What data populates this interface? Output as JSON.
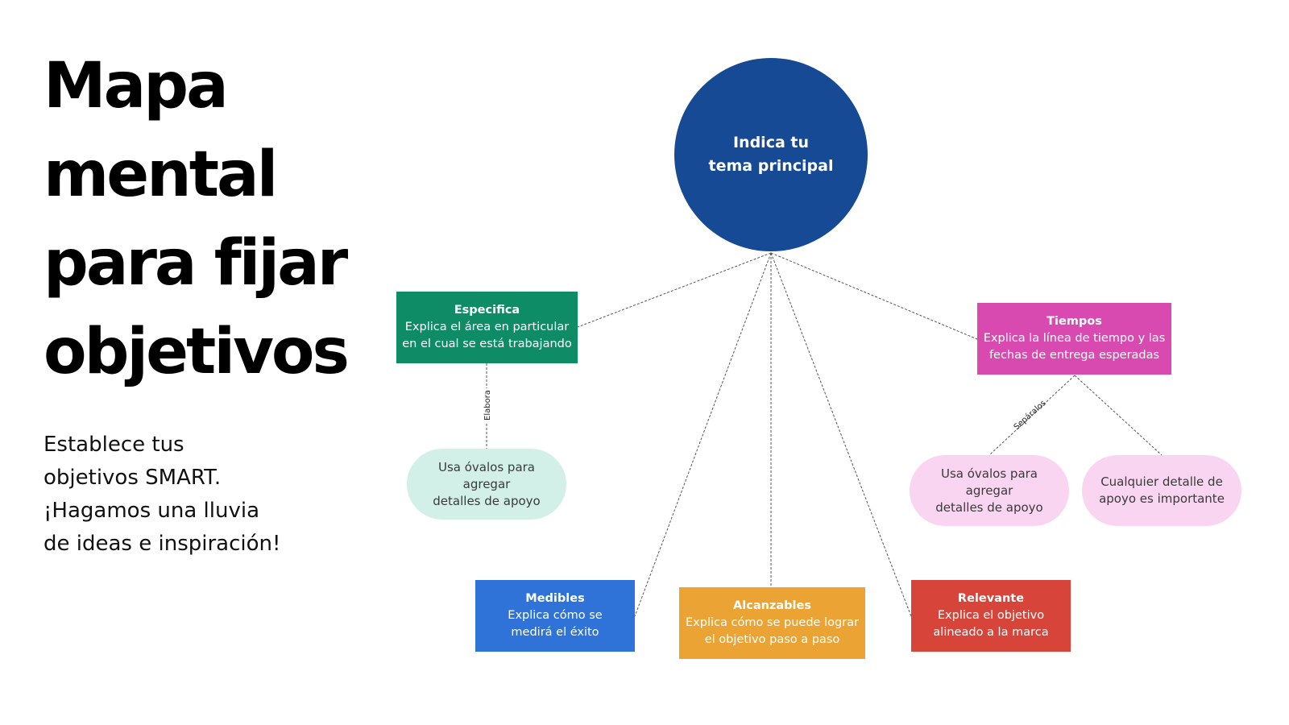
{
  "title_lines": [
    "Mapa",
    "mental",
    "para fijar",
    "objetivos"
  ],
  "subtitle_lines": [
    "Establece tus",
    "objetivos SMART.",
    "¡Hagamos una lluvia",
    "de ideas e inspiración!"
  ],
  "center": {
    "lines": [
      "Indica tu",
      "tema principal"
    ],
    "color": "#174A95"
  },
  "boxes": {
    "especifica": {
      "title": "Especifica",
      "lines": [
        "Explica el área en particular",
        "en el cual se está trabajando"
      ],
      "color": "#0E8C66"
    },
    "tiempos": {
      "title": "Tiempos",
      "lines": [
        "Explica la línea de tiempo y las",
        "fechas de entrega esperadas"
      ],
      "color": "#D94AB0"
    },
    "medibles": {
      "title": "Medibles",
      "lines": [
        "Explica cómo se",
        "medirá el éxito"
      ],
      "color": "#2F73D9"
    },
    "alcanzables": {
      "title": "Alcanzables",
      "lines": [
        "Explica cómo se puede lograr",
        "el objetivo paso a paso"
      ],
      "color": "#EBA334"
    },
    "relevante": {
      "title": "Relevante",
      "lines": [
        "Explica el objetivo",
        "alineado a la marca"
      ],
      "color": "#D7443A"
    }
  },
  "ovals": {
    "especifica_detail": {
      "lines": [
        "Usa óvalos para agregar",
        "detalles de apoyo"
      ],
      "color": "#D2F0E8"
    },
    "tiempos_detail_1": {
      "lines": [
        "Usa óvalos para agregar",
        "detalles de apoyo"
      ],
      "color": "#F9D5F1"
    },
    "tiempos_detail_2": {
      "lines": [
        "Cualquier detalle de",
        "apoyo es importante"
      ],
      "color": "#F9D5F1"
    }
  },
  "edge_labels": {
    "elabora": "Elabora",
    "separalos": "Sepáralos"
  }
}
